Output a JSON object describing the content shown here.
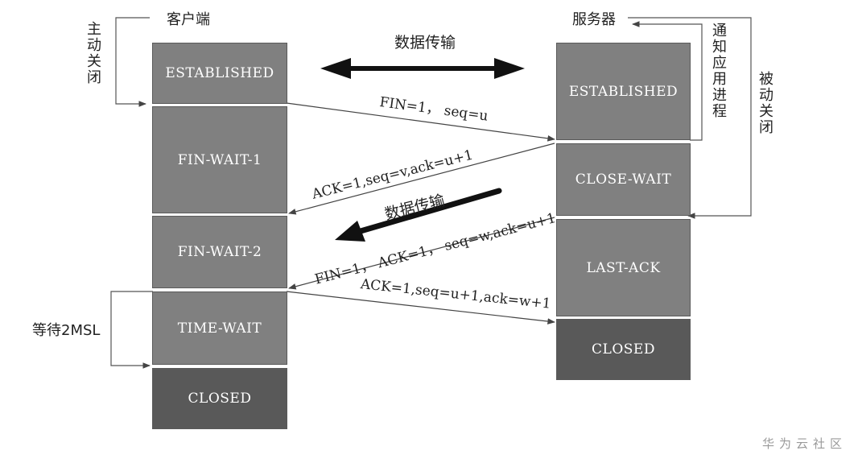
{
  "client": {
    "title": "客户端",
    "active_close": "主动关闭",
    "wait_label": "等待2MSL",
    "states": [
      "ESTABLISHED",
      "FIN-WAIT-1",
      "FIN-WAIT-2",
      "TIME-WAIT",
      "CLOSED"
    ]
  },
  "server": {
    "title": "服务器",
    "notify_app": "通知应用进程",
    "passive_close": "被动关闭",
    "states": [
      "ESTABLISHED",
      "CLOSE-WAIT",
      "LAST-ACK",
      "CLOSED"
    ]
  },
  "data_transfer_top": "数据传输",
  "data_transfer_mid": "数据传输",
  "messages": {
    "fin1": "FIN=1， seq=u",
    "ack1": "ACK=1,seq=v,ack=u+1",
    "fin2": "FIN=1， ACK=1， seq=w,ack=u+1",
    "ack2": "ACK=1,seq=u+1,ack=w+1"
  },
  "watermark": "华为云社区",
  "colors": {
    "state_box": "#808080",
    "closed_box": "#595959",
    "line": "#444444"
  }
}
